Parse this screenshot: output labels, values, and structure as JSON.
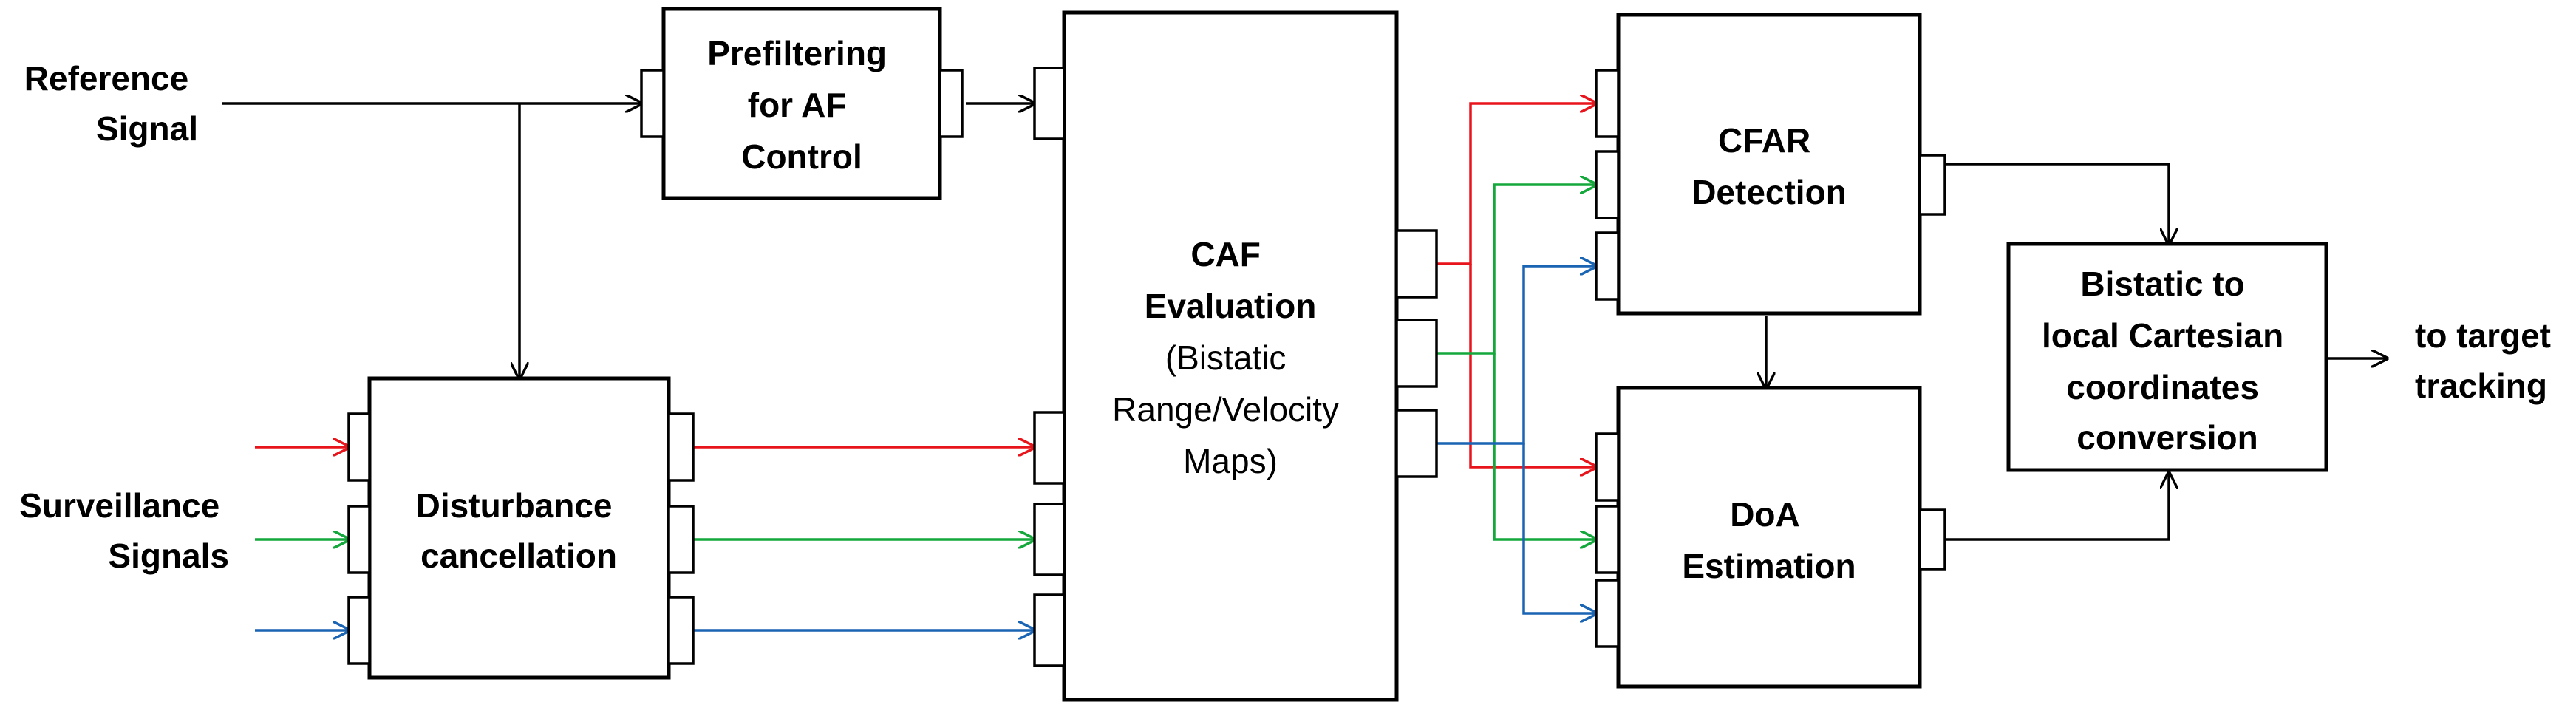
{
  "inputs": {
    "reference_signal": [
      "Reference",
      "Signal"
    ],
    "surveillance_signals": [
      "Surveillance",
      "Signals"
    ]
  },
  "blocks": {
    "prefiltering": [
      "Prefiltering",
      "for AF",
      "Control"
    ],
    "caf": {
      "title": [
        "CAF",
        "Evaluation"
      ],
      "subtitle": [
        "(Bistatic",
        "Range/Velocity",
        "Maps)"
      ]
    },
    "disturbance": [
      "Disturbance",
      "cancellation"
    ],
    "cfar": [
      "CFAR",
      "Detection"
    ],
    "doa": [
      "DoA",
      "Estimation"
    ],
    "bistatic": [
      "Bistatic to",
      "local Cartesian",
      "coordinates",
      "conversion"
    ]
  },
  "output": [
    "to target",
    "tracking"
  ],
  "colors": {
    "channel_1": "#e8141b",
    "channel_2": "#14a83c",
    "channel_3": "#1a64b4",
    "ink": "#000000"
  }
}
